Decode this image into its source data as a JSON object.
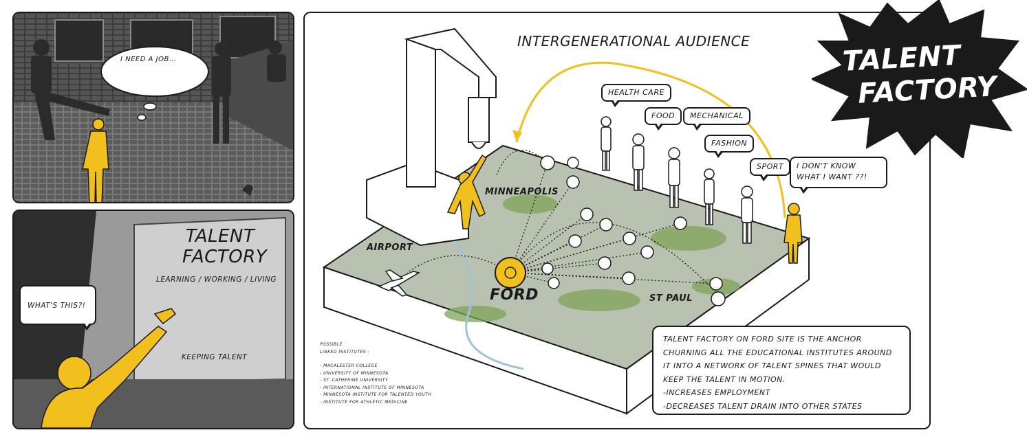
{
  "panel_1": {
    "thought_bubble": "I NEED A JOB..."
  },
  "panel_2": {
    "sign_title_line1": "TALENT",
    "sign_title_line2": "FACTORY",
    "sign_subtitle": "LEARNING / WORKING / LIVING",
    "sign_footer": "KEEPING TALENT",
    "speech_bubble": "WHAT'S THIS?!"
  },
  "diagram": {
    "title": "INTERGENERATIONAL AUDIENCE",
    "logo_line1": "TALENT",
    "logo_line2": "FACTORY",
    "bubbles": {
      "health_care": "HEALTH CARE",
      "food": "FOOD",
      "mechanical": "MECHANICAL",
      "fashion": "FASHION",
      "sport": "SPORT",
      "dont_know_line1": "I DON'T KNOW",
      "dont_know_line2": "WHAT I WANT ??!"
    },
    "map_labels": {
      "minneapolis": "MINNEAPOLIS",
      "airport": "AIRPORT",
      "ford": "FORD",
      "st_paul": "ST PAUL"
    },
    "institutes": {
      "heading_line1": "POSSIBLE",
      "heading_line2": "LINKED INSTITUTES :",
      "items": [
        "- MACALESTER COLLEGE",
        "- UNIVERSITY OF MINNESOTA",
        "- ST. CATHERINE UNIVERSITY",
        "- INTERNATIONAL INSTITUTE OF MINNESOTA",
        "- MINNESOTA INSTITUTE FOR TALENTED YOUTH",
        "- INSTITUTE FOR ATHLETIC MEDICINE"
      ]
    },
    "description": [
      "TALENT FACTORY ON FORD SITE IS THE ANCHOR",
      "CHURNING ALL THE EDUCATIONAL INSTITUTES AROUND",
      "IT INTO A NETWORK OF TALENT SPINES THAT WOULD",
      "KEEP THE TALENT IN MOTION.",
      "-INCREASES EMPLOYMENT",
      "-DECREASES TALENT DRAIN INTO OTHER STATES"
    ]
  },
  "colors": {
    "accent_yellow": "#f2c01e",
    "ink": "#1a1a1a",
    "map_green": "#7fa35a",
    "photo_gray": "#6d6d6d"
  }
}
